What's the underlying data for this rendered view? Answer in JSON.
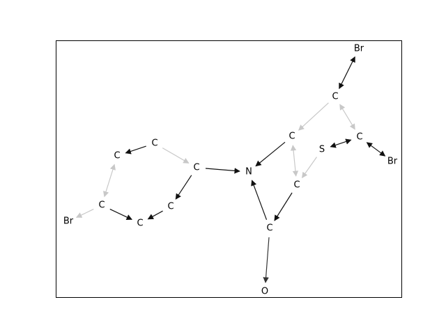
{
  "diagram": {
    "atoms": [
      {
        "id": "br1",
        "label": "Br"
      },
      {
        "id": "c1",
        "label": "C"
      },
      {
        "id": "c2",
        "label": "C"
      },
      {
        "id": "br2",
        "label": "Br"
      },
      {
        "id": "s1",
        "label": "S"
      },
      {
        "id": "c3",
        "label": "C"
      },
      {
        "id": "c4",
        "label": "C"
      },
      {
        "id": "n1",
        "label": "N"
      },
      {
        "id": "c5",
        "label": "C"
      },
      {
        "id": "o1",
        "label": "O"
      },
      {
        "id": "c6",
        "label": "C"
      },
      {
        "id": "c7",
        "label": "C"
      },
      {
        "id": "c8",
        "label": "C"
      },
      {
        "id": "c9",
        "label": "C"
      },
      {
        "id": "c10",
        "label": "C"
      },
      {
        "id": "c11",
        "label": "C"
      },
      {
        "id": "br3",
        "label": "Br"
      }
    ],
    "bonds": [
      {
        "from": "br1",
        "to": "c1",
        "style": "double-arrow",
        "color": "#111111"
      },
      {
        "from": "c1",
        "to": "c3",
        "style": "arrow-to-end",
        "color": "#c8c8c8"
      },
      {
        "from": "c1",
        "to": "c2",
        "style": "double-arrow",
        "color": "#c8c8c8"
      },
      {
        "from": "c2",
        "to": "s1",
        "style": "double-arrow",
        "color": "#111111"
      },
      {
        "from": "c2",
        "to": "br2",
        "style": "double-arrow",
        "color": "#111111"
      },
      {
        "from": "c3",
        "to": "c4",
        "style": "double-arrow",
        "color": "#c8c8c8"
      },
      {
        "from": "s1",
        "to": "c4",
        "style": "arrow-to-end",
        "color": "#c8c8c8"
      },
      {
        "from": "c3",
        "to": "n1",
        "style": "arrow-to-end",
        "color": "#111111"
      },
      {
        "from": "c4",
        "to": "c5",
        "style": "arrow-to-end",
        "color": "#111111"
      },
      {
        "from": "c5",
        "to": "n1",
        "style": "arrow-to-end",
        "color": "#111111"
      },
      {
        "from": "c5",
        "to": "o1",
        "style": "arrow-to-end",
        "color": "#333333"
      },
      {
        "from": "c6",
        "to": "n1",
        "style": "arrow-to-end",
        "color": "#111111"
      },
      {
        "from": "c6",
        "to": "c7",
        "style": "arrow-to-end",
        "color": "#111111"
      },
      {
        "from": "c8",
        "to": "c6",
        "style": "arrow-to-end",
        "color": "#c8c8c8"
      },
      {
        "from": "c7",
        "to": "c9",
        "style": "arrow-to-end",
        "color": "#111111"
      },
      {
        "from": "c10",
        "to": "c9",
        "style": "arrow-to-end",
        "color": "#111111"
      },
      {
        "from": "c8",
        "to": "c11",
        "style": "arrow-to-end",
        "color": "#111111"
      },
      {
        "from": "c11",
        "to": "c10",
        "style": "double-arrow",
        "color": "#c8c8c8"
      },
      {
        "from": "c10",
        "to": "br3",
        "style": "arrow-to-end",
        "color": "#c8c8c8"
      }
    ]
  }
}
